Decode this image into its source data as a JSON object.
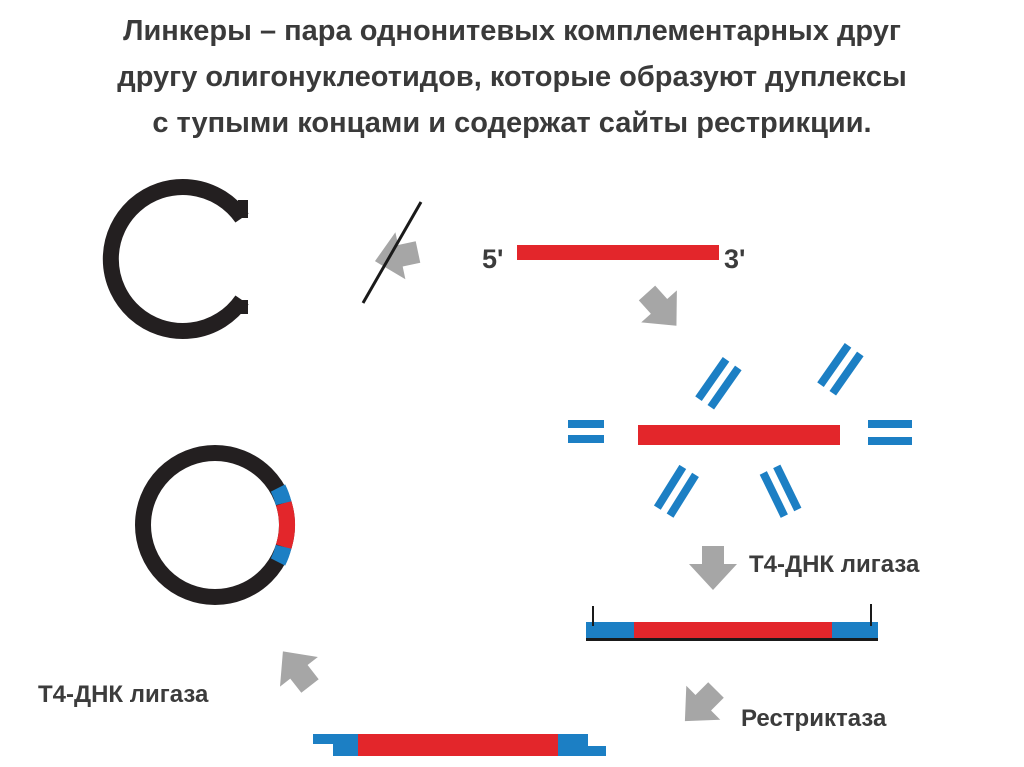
{
  "title": {
    "line1": "Линкеры – пара однонитевых комплементарных друг",
    "line2": "другу олигонуклеотидов, которые образуют дуплексы",
    "line3": "с тупыми концами и содержат сайты рестрикции."
  },
  "labels": {
    "five_prime": "5'",
    "three_prime": "3'",
    "ligase_right": "Т4-ДНК лигаза",
    "ligase_left": "Т4-ДНК лигаза",
    "restriction": "Рестриктаза"
  },
  "colors": {
    "dna_plasmid": "#231f20",
    "linker_insert": "#e3262b",
    "linker_blue": "#1c7fc4",
    "arrow_gray": "#a6a6a6",
    "title_text": "#3a3a3a"
  }
}
